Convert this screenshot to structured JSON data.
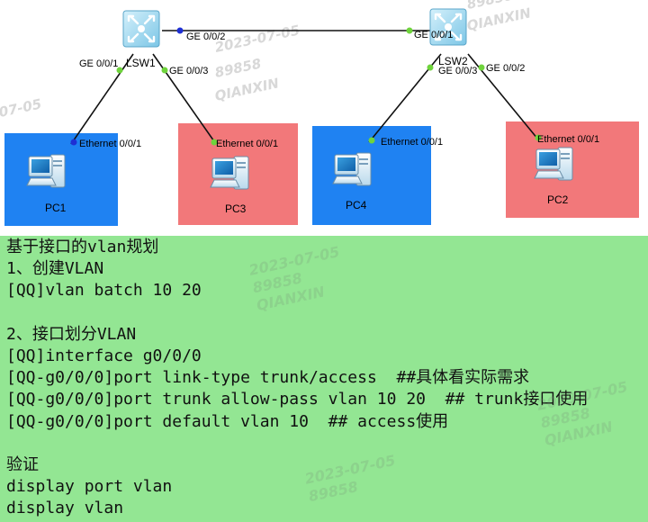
{
  "colors": {
    "blue_zone": "#1f82f2",
    "red_zone": "#f2787a",
    "config_bg": "#93e693",
    "link": "#111111",
    "port_dot_green": "#6fd43c",
    "port_dot_blue": "#1e2fd4"
  },
  "topology": {
    "switches": [
      {
        "id": "lsw1",
        "label": "LSW1",
        "icon": "switch-icon"
      },
      {
        "id": "lsw2",
        "label": "LSW2",
        "icon": "switch-icon"
      }
    ],
    "pcs": [
      {
        "id": "pc1",
        "label": "PC1",
        "zone": "blue",
        "port": "Ethernet 0/0/1",
        "icon": "pc-icon"
      },
      {
        "id": "pc3",
        "label": "PC3",
        "zone": "red",
        "port": "Ethernet 0/0/1",
        "icon": "pc-icon"
      },
      {
        "id": "pc4",
        "label": "PC4",
        "zone": "blue",
        "port": "Ethernet 0/0/1",
        "icon": "pc-icon"
      },
      {
        "id": "pc2",
        "label": "PC2",
        "zone": "red",
        "port": "Ethernet 0/0/1",
        "icon": "pc-icon"
      }
    ],
    "links": [
      {
        "from": "lsw1",
        "from_port": "GE 0/0/2",
        "to": "lsw2",
        "to_port": "GE 0/0/1"
      },
      {
        "from": "lsw1",
        "from_port": "GE 0/0/1",
        "to": "pc1",
        "to_port": "Ethernet 0/0/1"
      },
      {
        "from": "lsw1",
        "from_port": "GE 0/0/3",
        "to": "pc3",
        "to_port": "Ethernet 0/0/1"
      },
      {
        "from": "lsw2",
        "from_port": "GE 0/0/3",
        "to": "pc4",
        "to_port": "Ethernet 0/0/1"
      },
      {
        "from": "lsw2",
        "from_port": "GE 0/0/2",
        "to": "pc2",
        "to_port": "Ethernet 0/0/1"
      }
    ]
  },
  "watermark": {
    "date": "2023-07-05",
    "date_short": "07-05",
    "id": "89858",
    "name": "QIANXIN"
  },
  "config": {
    "lines": [
      "基于接口的vlan规划",
      "1、创建VLAN",
      "[QQ]vlan batch 10 20",
      "",
      "2、接口划分VLAN",
      "[QQ]interface g0/0/0",
      "[QQ-g0/0/0]port link-type trunk/access  ##具体看实际需求",
      "[QQ-g0/0/0]port trunk allow-pass vlan 10 20  ## trunk接口使用",
      "[QQ-g0/0/0]port default vlan 10  ## access使用",
      "",
      "验证",
      "display port vlan",
      "display vlan"
    ]
  }
}
